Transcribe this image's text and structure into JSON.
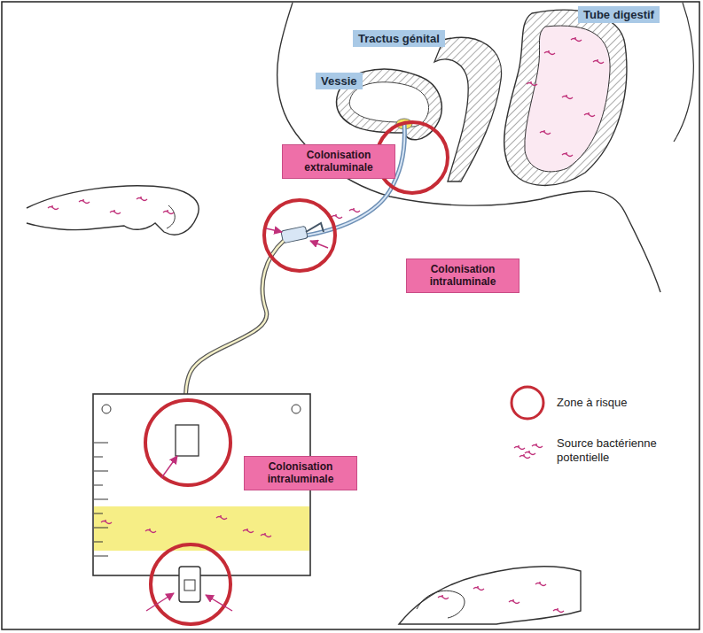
{
  "diagram": {
    "nodes": [
      {
        "text": [
          "Tube digestif"
        ]
      },
      {
        "text": [
          "Tractus génital"
        ]
      },
      {
        "text": [
          "Vessie"
        ]
      },
      {
        "text": [
          "Colonisation extraluminale"
        ]
      },
      {
        "text": [
          "Colonisation intraluminale"
        ]
      },
      {
        "text": [
          "Colonisation intraluminale"
        ]
      }
    ],
    "legend": [
      {
        "text": "Zone à risque"
      },
      {
        "text": "Source bactérienne potentielle"
      }
    ]
  }
}
